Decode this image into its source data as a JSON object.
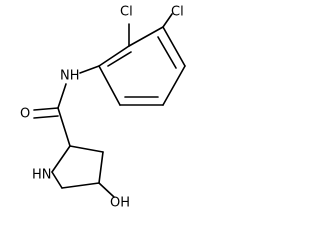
{
  "molecule": {
    "labels": {
      "cl_upper": "Cl",
      "cl_right": "Cl",
      "nh_amide": "NH",
      "oxygen": "O",
      "hn_ring": "HN",
      "hydroxyl": "OH"
    },
    "colors": {
      "bond": "#000000",
      "text": "#000000",
      "background": "#ffffff"
    }
  }
}
